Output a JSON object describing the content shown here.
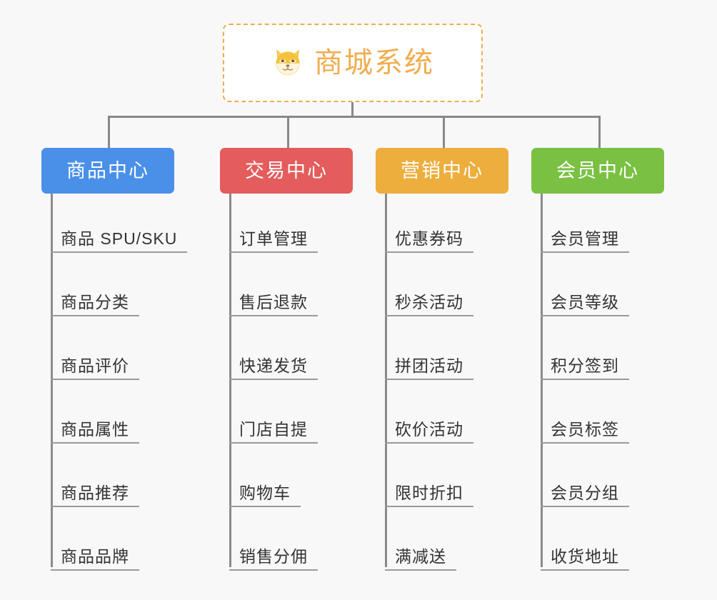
{
  "canvas": {
    "background": "#f8f8f9",
    "connector_color": "#888888"
  },
  "root": {
    "title": "商城系统",
    "icon": "shiba-dog-face-icon",
    "text_color": "#f0ad4e",
    "border_color": "#f0ad4e",
    "background": "#ffffff"
  },
  "branches": [
    {
      "title": "商品中心",
      "color": "#4a90e8",
      "items": [
        "商品 SPU/SKU",
        "商品分类",
        "商品评价",
        "商品属性",
        "商品推荐",
        "商品品牌"
      ]
    },
    {
      "title": "交易中心",
      "color": "#e45c5c",
      "items": [
        "订单管理",
        "售后退款",
        "快递发货",
        "门店自提",
        "购物车",
        "销售分佣"
      ]
    },
    {
      "title": "营销中心",
      "color": "#edae3d",
      "items": [
        "优惠券码",
        "秒杀活动",
        "拼团活动",
        "砍价活动",
        "限时折扣",
        "满减送"
      ]
    },
    {
      "title": "会员中心",
      "color": "#7ac143",
      "items": [
        "会员管理",
        "会员等级",
        "积分签到",
        "会员标签",
        "会员分组",
        "收货地址"
      ]
    }
  ]
}
